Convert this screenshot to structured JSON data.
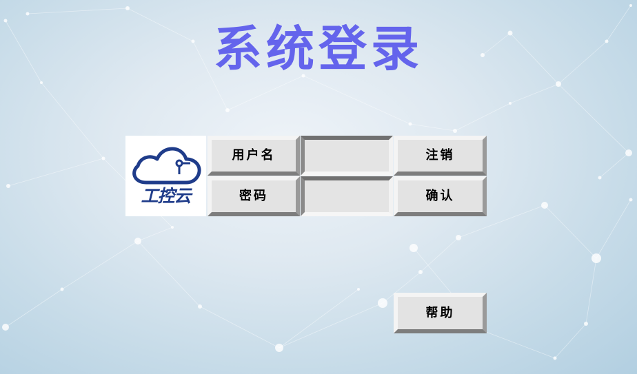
{
  "title": "系统登录",
  "logo": {
    "text": "工控云",
    "icon": "cloud-icon",
    "color": "#1f3c8a"
  },
  "login": {
    "username_label": "用户名",
    "username_value": "",
    "password_label": "密码",
    "password_value": ""
  },
  "buttons": {
    "logout": "注销",
    "confirm": "确认",
    "help": "帮助"
  },
  "colors": {
    "title": "#6464ec",
    "button_face": "#e3e3e3"
  }
}
